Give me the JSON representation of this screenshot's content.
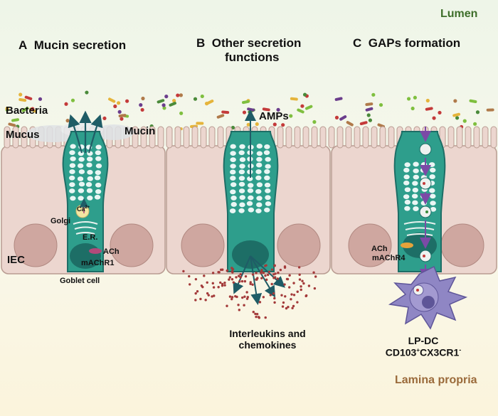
{
  "regions": {
    "lumen": "Lumen",
    "lamina_propria": "Lamina propria"
  },
  "panels": {
    "a": {
      "letter": "A",
      "title": "Mucin secretion"
    },
    "b": {
      "letter": "B",
      "title_line1": "Other secretion",
      "title_line2": "functions"
    },
    "c": {
      "letter": "C",
      "title": "GAPs formation"
    }
  },
  "labels": {
    "bacteria": "Bacteria",
    "mucus": "Mucus",
    "mucin": "Mucin",
    "iec": "IEC",
    "golgi": "Golgi",
    "ca": "Ca",
    "ca_sup": "2+",
    "er": "E.R.",
    "ach_a": "ACh",
    "machr1": "mAChR1",
    "goblet_cell": "Goblet cell",
    "amps": "AMPs",
    "interleukins_line1": "Interleukins and",
    "interleukins_line2": "chemokines",
    "ach_c": "ACh",
    "machr4": "mAChR4",
    "lpdc": "LP-DC",
    "cd103": "CD103",
    "cd103_sup": "+",
    "cx3cr1": "CX3CR1",
    "cx3cr1_sup": "-"
  },
  "colors": {
    "lumen_bg": "#eef5e8",
    "lamina_bg": "#fbf4dc",
    "cell_fill": "#ecd6cf",
    "cell_stroke": "#b99c92",
    "goblet_fill": "#2e9e8c",
    "goblet_dark": "#1d6e66",
    "nucleus": "#cfa7a0",
    "dc_fill": "#8f86c4",
    "arrow": "#1f5c66",
    "purple_arrow": "#7b4aa6"
  }
}
